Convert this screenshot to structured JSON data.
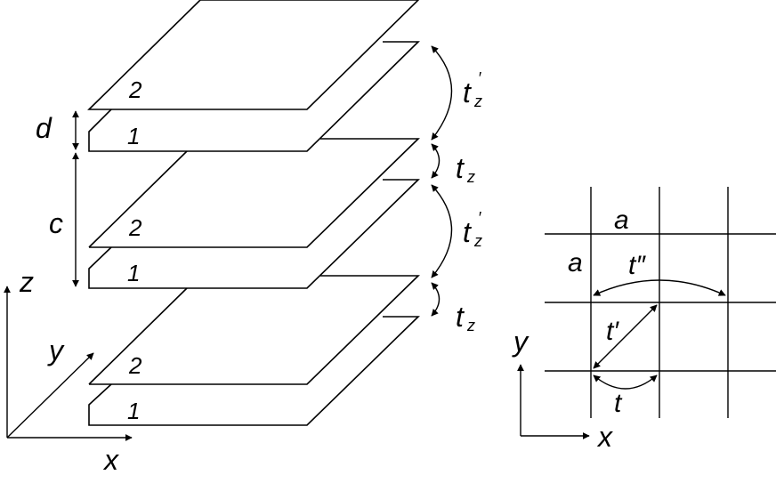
{
  "stack": {
    "layer_labels": [
      "2",
      "1",
      "2",
      "1",
      "2",
      "1"
    ],
    "dim_d": "d",
    "dim_c": "c",
    "axis_x": "x",
    "axis_y": "y",
    "axis_z": "z",
    "hop_tz_prime": {
      "main": "t",
      "prime": "′",
      "sub": "z"
    },
    "hop_tz": {
      "main": "t",
      "sub": "z"
    }
  },
  "lattice": {
    "side_top": "a",
    "side_left": "a",
    "hop_nn": "t",
    "hop_diag": "t′",
    "hop_nnn": "t″",
    "axis_x": "x",
    "axis_y": "y"
  }
}
